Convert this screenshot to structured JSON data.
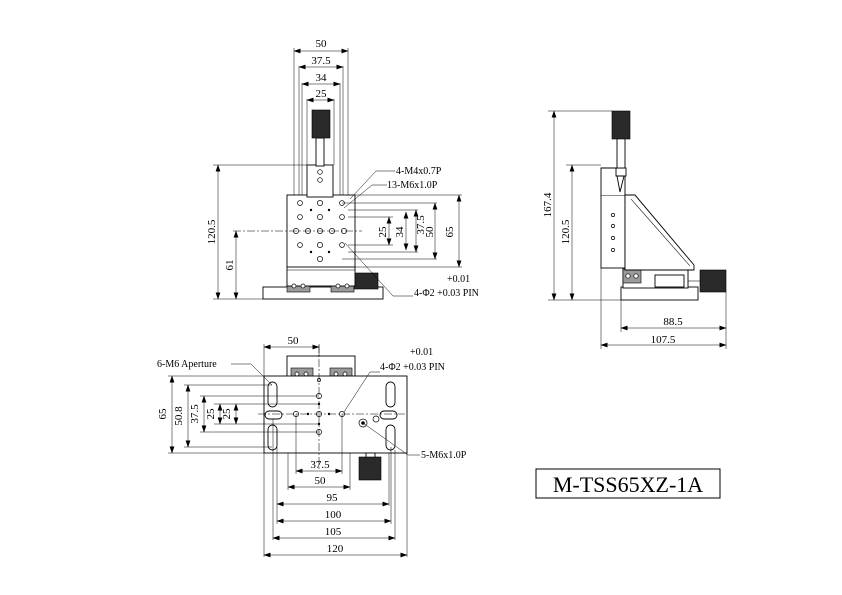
{
  "model": "M-TSS65XZ-1A",
  "front_view": {
    "dims_top": [
      "50",
      "37.5",
      "34",
      "25"
    ],
    "dims_left": [
      "120.5",
      "61"
    ],
    "dims_right": [
      "25",
      "34",
      "37.5",
      "50",
      "65"
    ],
    "callout_top_1": "4-M4x0.7P",
    "callout_top_2": "13-M6x1.0P",
    "pin_tol_plus": "+0.01",
    "pin_text": "4-Φ2 +0.03 PIN"
  },
  "side_view": {
    "dims_left": [
      "167.4",
      "120.5"
    ],
    "dims_bottom": [
      "88.5",
      "107.5"
    ]
  },
  "top_view": {
    "dim_top": "50",
    "aperture_label": "6-M6 Aperture",
    "pin_tol_plus": "+0.01",
    "pin_text": "4-Φ2 +0.03 PIN",
    "thread_label": "5-M6x1.0P",
    "dims_left": [
      "65",
      "50.8",
      "37.5",
      "25",
      "25"
    ],
    "dims_bottom": [
      "37.5",
      "50",
      "95",
      "100",
      "105",
      "120"
    ]
  }
}
